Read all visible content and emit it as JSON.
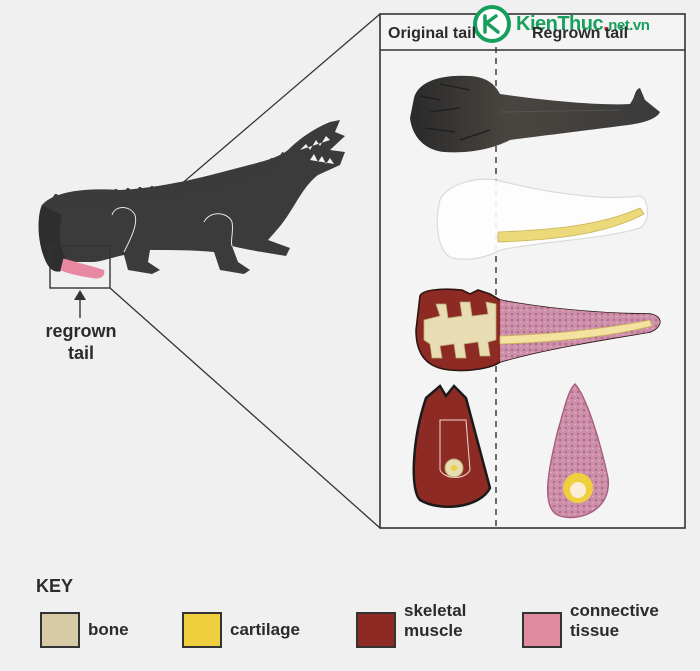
{
  "logo": {
    "brand": "KienThuc",
    "dot": ".",
    "tld": "net.vn"
  },
  "panel": {
    "left_label": "Original tail",
    "right_label": "Regrown tail"
  },
  "callout": {
    "line1": "regrown",
    "line2": "tail"
  },
  "key": {
    "title": "KEY",
    "items": [
      {
        "label": "bone",
        "color": "#d6cba4"
      },
      {
        "label": "cartilage",
        "color": "#f0cf3f"
      },
      {
        "label": "skeletal muscle",
        "line1": "skeletal",
        "line2": "muscle",
        "color": "#8e2a24"
      },
      {
        "label": "connective tissue",
        "line1": "connective",
        "line2": "tissue",
        "color": "#e08aa0"
      }
    ]
  },
  "colors": {
    "background": "#f0f0f0",
    "alligator": "#3b3b3b",
    "regrown_tail_pink": "#e888a3",
    "outline": "#2b2b2b"
  }
}
